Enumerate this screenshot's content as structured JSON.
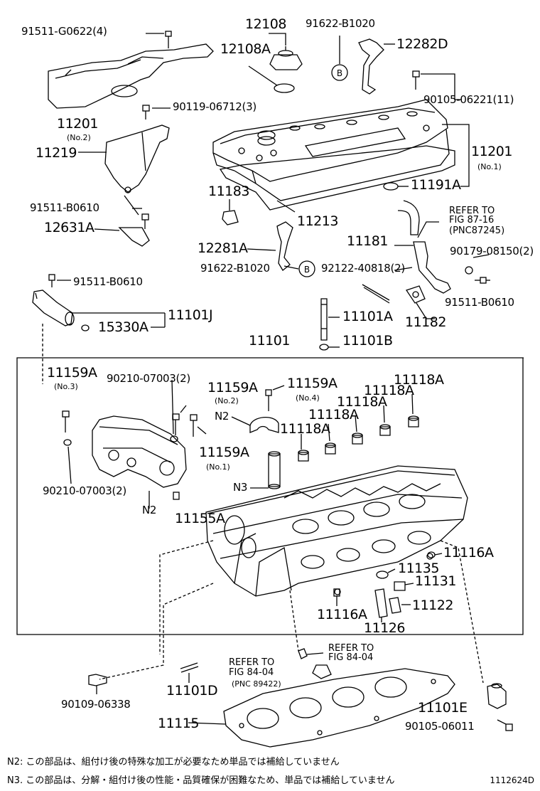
{
  "labels": {
    "l91511_G0622": "91511-G0622(4)",
    "l12108": "12108",
    "l12108A": "12108A",
    "l91622_B1020_top": "91622-B1020",
    "l12282D": "12282D",
    "l90105_06221": "90105-06221(11)",
    "l90119_06712": "90119-06712(3)",
    "l11201_no2": "11201",
    "l_no2_a": "(No.2)",
    "l11219": "11219",
    "l11201_no1": "11201",
    "l_no1_a": "(No.1)",
    "l11183": "11183",
    "l11191A": "11191A",
    "l91511_B0610_a": "91511-B0610",
    "l12631A": "12631A",
    "l11213": "11213",
    "l_refer_a1": "REFER TO",
    "l_fig_a": "FIG 87-16",
    "l_pnc_a": "(PNC87245)",
    "l12281A": "12281A",
    "l11181": "11181",
    "l90179_08150": "90179-08150(2)",
    "l91622_B1020_bot": "91622-B1020",
    "l92122_40818": "92122-40818(2)",
    "l91511_B0610_b": "91511-B0610",
    "l91511_B0610_c": "91511-B0610",
    "l11182": "11182",
    "l11101J": "11101J",
    "l15330A": "15330A",
    "l11101A": "11101A",
    "l11101B": "11101B",
    "l11101": "11101",
    "l11159A_no3": "11159A",
    "l_no3": "(No.3)",
    "l90210_07003_a": "90210-07003(2)",
    "l11159A_no2": "11159A",
    "l_no2_b": "(No.2)",
    "l11159A_no4": "11159A",
    "l_no4": "(No.4)",
    "l11118A_1": "11118A",
    "l11118A_2": "11118A",
    "l11118A_3": "11118A",
    "l11118A_4": "11118A",
    "l11118A_5": "11118A",
    "l_N2_a": "N2",
    "l11159A_no1": "11159A",
    "l_no1_b": "(No.1)",
    "l_N3": "N3",
    "l90210_07003_b": "90210-07003(2)",
    "l_N2_b": "N2",
    "l11155A": "11155A",
    "l11116A_a": "11116A",
    "l11135": "11135",
    "l11131": "11131",
    "l11122": "11122",
    "l11116A_b": "11116A",
    "l11126": "11126",
    "l_refer_b1": "REFER TO",
    "l_fig_b": "FIG 84-04",
    "l_refer_c1": "REFER TO",
    "l_fig_c": "FIG 84-04",
    "l_pnc_b": "(PNC 89422)",
    "l90109_06338": "90109-06338",
    "l11101D": "11101D",
    "l11101E": "11101E",
    "l11115": "11115",
    "l90105_06011": "90105-06011"
  },
  "markers": {
    "b": "B"
  },
  "notes": {
    "n2": "N2:  この部品は、組付け後の特殊な加工が必要なため単品では補給していません",
    "n3": "N3.  この部品は、分解・組付け後の性能・品質確保が困難なため、単品では補給していません"
  },
  "diagram_code": "1112624D",
  "colors": {
    "ink": "#000000",
    "paper": "#ffffff"
  }
}
